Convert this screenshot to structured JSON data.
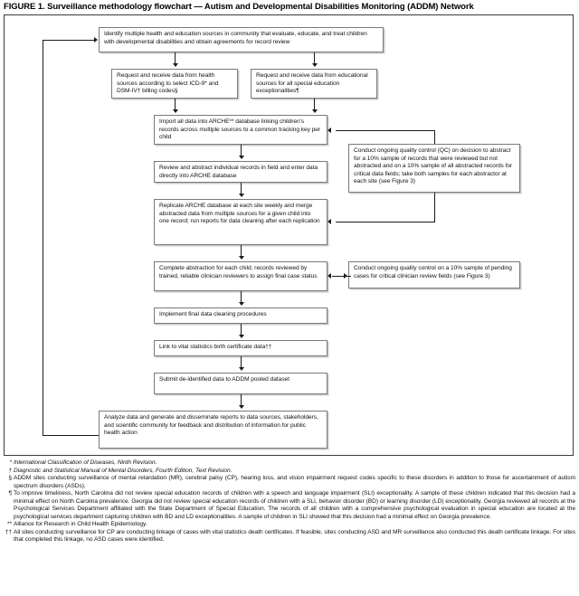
{
  "figure": {
    "title": "FIGURE 1. Surveillance methodology flowchart — Autism and Developmental Disabilities Monitoring (ADDM) Network"
  },
  "flow": {
    "boxes": [
      {
        "id": "identify-sources",
        "text": "Identify multiple health and education sources in community that evaluate, educate, and treat children with developmental disabilities and obtain agreements for record review"
      },
      {
        "id": "request-health-data",
        "text": "Request and receive data from health sources according to select ICD-9* and DSM-IV† billing codes§"
      },
      {
        "id": "request-education-data",
        "text": "Request and receive data from educational sources for all special education exceptionalities¶"
      },
      {
        "id": "import-arche",
        "text": "Import all data into ARCHE** database linking children's records across multiple sources to a common tracking key per child"
      },
      {
        "id": "review-abstract",
        "text": "Review and abstract individual records in field and enter data directly into ARCHE database"
      },
      {
        "id": "replicate-arche",
        "text": "Replicate ARCHE database at each site weekly and merge abstracted data from multiple sources for a given child into one record; run reports for data cleaning after each replication"
      },
      {
        "id": "complete-abstraction",
        "text": "Complete abstraction for each child; records reviewed by trained, reliable clinician reviewers to assign final case status"
      },
      {
        "id": "final-cleaning",
        "text": "Implement final data cleaning procedures"
      },
      {
        "id": "link-vital-statistics",
        "text": "Link to vital statistics birth certificate data††"
      },
      {
        "id": "submit-pooled",
        "text": "Submit de-identified data to ADDM pooled dataset"
      },
      {
        "id": "analyze-disseminate",
        "text": "Analyze data and generate and disseminate reports to data sources, stakeholders, and scientific community for feedback and distribution of information for public health action"
      },
      {
        "id": "qc-abstraction",
        "text": "Conduct ongoing quality control (QC) on decision to abstract for a 10% sample of records that were reviewed but not abstracted and on a 10% sample of all abstracted records for critical data fields; take both samples for each abstractor at each site (see Figure 3)"
      },
      {
        "id": "qc-clinician-review",
        "text": "Conduct ongoing quality control on a 10% sample of pending cases for critical clinician review fields (see Figure 3)"
      }
    ]
  },
  "footnotes": [
    {
      "marker": "*",
      "text": "International Classification of Diseases, Ninth Revision.",
      "italic": true
    },
    {
      "marker": "†",
      "text": "Diagnostic and Statistical Manual of Mental Disorders, Fourth Edition, Text Revision.",
      "italic": true
    },
    {
      "marker": "§",
      "text": "ADDM sites conducting surveillance of mental retardation (MR), cerebral palsy (CP), hearing loss, and vision impairment request codes specific to these disorders in addition to those for ascertainment of autism spectrum disorders (ASDs).",
      "italic": false
    },
    {
      "marker": "¶",
      "text": "To improve timeliness, North Carolina did not review special education records of children with a speech and language impairment (SLI) exceptionality. A sample of these children indicated that this decision had a minimal effect on North Carolina prevalence. Georgia did not review special education records of children with a SLI, behavior disorder (BD) or learning disorder (LD) exceptionality. Georgia reviewed all records at the Psychological Services Department affiliated with the State Department of Special Education. The records of all children with a comprehensive psychological evaluation in special education are located at the psychological services department capturing children with BD and LD exceptionalities. A sample of children in SLI showed that this decision had a minimal effect on Georgia prevalence.",
      "italic": false
    },
    {
      "marker": "**",
      "text": "Alliance for Research in Child Health Epidemiology.",
      "italic": false
    },
    {
      "marker": "††",
      "text": "All sites conducting surveillance for CP are conducting linkage of cases with vital statistics death certificates. If feasible, sites conducting ASD and MR surveillance also conducted this death certificate linkage. For sites that completed this linkage, no ASD cases were identified.",
      "italic": false
    }
  ]
}
